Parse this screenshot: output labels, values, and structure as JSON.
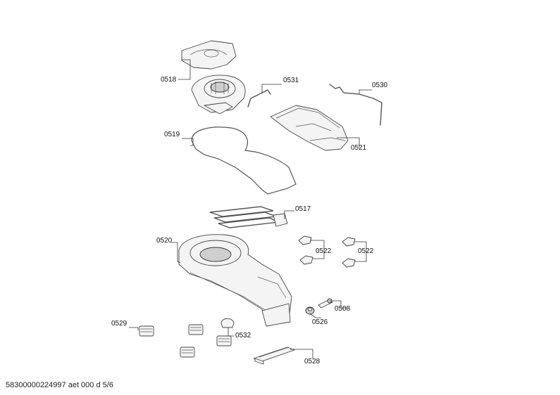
{
  "document_code": "58300000224997 aet 000 d 5/6",
  "labels": {
    "p0518": "0518",
    "p0531": "0531",
    "p0530": "0530",
    "p0519": "0519",
    "p0521": "0521",
    "p0517": "0517",
    "p0520": "0520",
    "p0522a": "0522",
    "p0522b": "0522",
    "p0508": "0508",
    "p0526": "0526",
    "p0529": "0529",
    "p0532": "0532",
    "p0528": "0528"
  }
}
